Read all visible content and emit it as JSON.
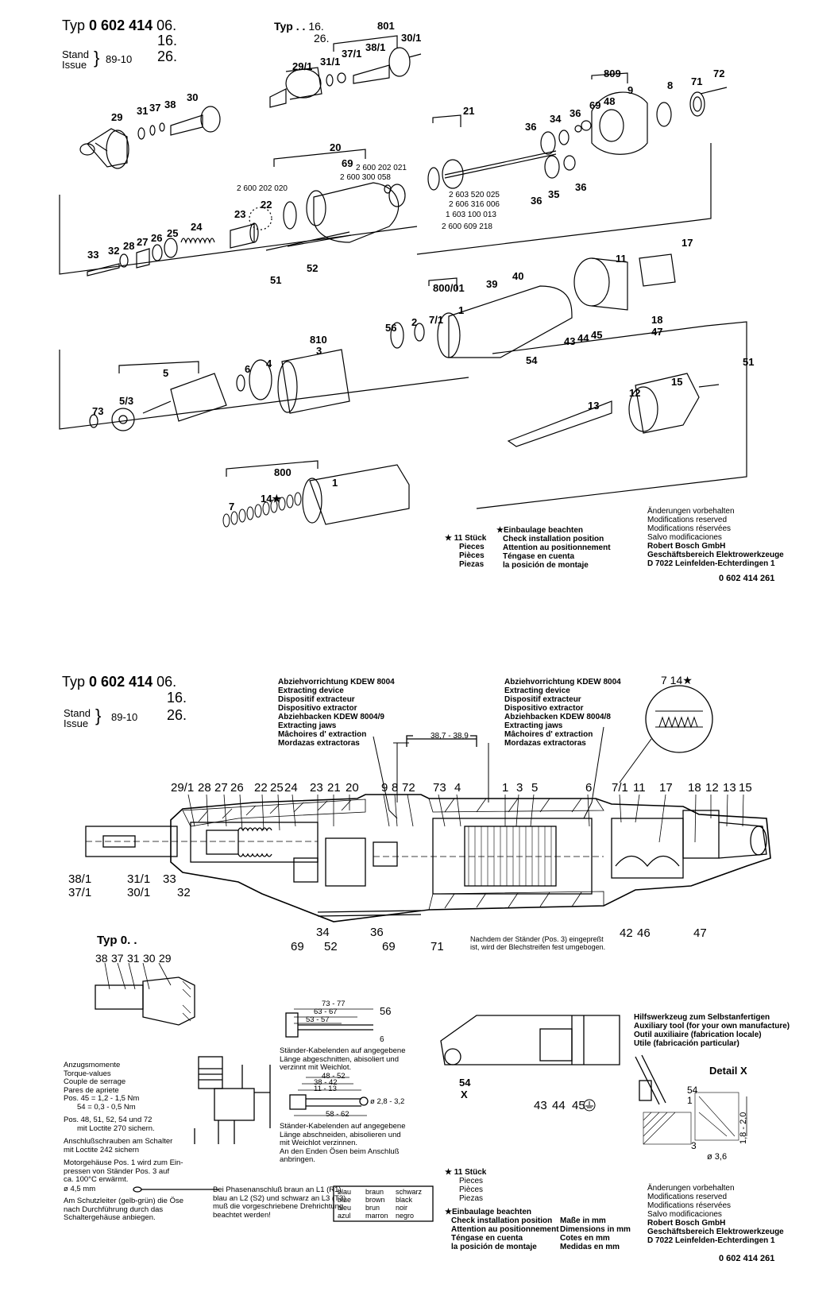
{
  "sheet1": {
    "typ_prefix": "Typ",
    "typ_base": "0 602 414",
    "typ_suffixes": [
      "06.",
      "16.",
      "26."
    ],
    "stand_label": "Stand",
    "issue_label": "Issue",
    "stand_value": "89-10",
    "typ2_prefix": "Typ . .",
    "typ2_suffixes": [
      "16.",
      "26."
    ],
    "part_labels": [
      "801",
      "30/1",
      "38/1",
      "37/1",
      "31/1",
      "29/1",
      "809",
      "72",
      "71",
      "8",
      "9",
      "69",
      "48",
      "29",
      "31",
      "37",
      "38",
      "30",
      "21",
      "34",
      "36",
      "36",
      "36",
      "35",
      "36",
      "20",
      "69",
      "2 600 202 021",
      "2 600 300 058",
      "2 600 202 020",
      "22",
      "2 603 520 025",
      "2 606 316 006",
      "1 603 100 013",
      "2 600 609 218",
      "23",
      "24",
      "25",
      "26",
      "27",
      "28",
      "32",
      "33",
      "51",
      "52",
      "17",
      "11",
      "40",
      "39",
      "800/01",
      "7/1",
      "1",
      "2",
      "56",
      "810",
      "3",
      "18",
      "47",
      "43",
      "44",
      "45",
      "54",
      "51",
      "15",
      "12",
      "13",
      "5",
      "4",
      "6",
      "5/3",
      "73",
      "800",
      "1",
      "14★",
      "7"
    ],
    "note_count": "★ 11 Stück",
    "note_count_lines": [
      "Pieces",
      "Pièces",
      "Piezas"
    ],
    "note_install_title": "★Einbaulage beachten",
    "note_install_lines": [
      "Check installation position",
      "Attention au positionnement",
      "Téngase en cuenta",
      "la posición de montaje"
    ],
    "modifications": [
      "Änderungen vorbehalten",
      "Modifications reserved",
      "Modifications réservées",
      "Salvo modificaciones"
    ],
    "company": [
      "Robert Bosch GmbH",
      "Geschäftsbereich Elektrowerkzeuge",
      "D 7022 Leinfelden-Echterdingen 1"
    ],
    "doc_number": "0 602 414 261"
  },
  "sheet2": {
    "typ_prefix": "Typ",
    "typ_base": "0 602 414",
    "typ_suffixes": [
      "06.",
      "16.",
      "26."
    ],
    "stand_label": "Stand",
    "issue_label": "Issue",
    "stand_value": "89-10",
    "extract_left": [
      "Abziehvorrichtung KDEW 8004",
      "Extracting device",
      "Dispositif extracteur",
      "Dispositivo extractor",
      "Abziehbacken KDEW 8004/9",
      "Extracting jaws",
      "Mâchoires d' extraction",
      "Mordazas extractoras"
    ],
    "extract_right": [
      "Abziehvorrichtung KDEW 8004",
      "Extracting device",
      "Dispositif extracteur",
      "Dispositivo extractor",
      "Abziehbacken KDEW 8004/8",
      "Extracting jaws",
      "Mâchoires d' extraction",
      "Mordazas extractoras"
    ],
    "dim_38": "38,7 - 38,9",
    "detail_top": "7  14★",
    "top_labels": [
      "29/1",
      "28",
      "27",
      "26",
      "22",
      "25",
      "24",
      "23",
      "21",
      "20",
      "9",
      "8",
      "72",
      "73",
      "4",
      "1",
      "3",
      "5",
      "6",
      "7/1",
      "11",
      "17",
      "18",
      "12",
      "13",
      "15"
    ],
    "bottom_labels": [
      "38/1",
      "31/1",
      "33",
      "37/1",
      "30/1",
      "32",
      "34",
      "69",
      "52",
      "36",
      "69",
      "71",
      "42",
      "46",
      "47"
    ],
    "stator_note": [
      "Nachdem der Ständer (Pos. 3) eingepreßt",
      "ist, wird der Blechstreifen fest umgebogen."
    ],
    "typ0_label": "Typ 0. .",
    "typ0_labels": [
      "38",
      "37",
      "31",
      "30",
      "29"
    ],
    "torque_title": [
      "Anzugsmomente",
      "Torque-values",
      "Couple de serrage",
      "Pares de apriete"
    ],
    "torque_lines": [
      "Pos. 45 = 1,2 - 1,5 Nm",
      "54 = 0,3 - 0,5 Nm",
      "Pos. 48, 51, 52, 54 und 72",
      "mit Loctite 270 sichern.",
      "Anschlußschrauben am Schalter",
      "mit Loctite 242 sichern",
      "Motorgehäuse Pos. 1 wird zum Ein-",
      "pressen von Ständer Pos. 3 auf",
      "ca. 100°C erwärmt."
    ],
    "dia_45": "ø 4,5 mm",
    "earth_note": [
      "Am Schutzleiter (gelb-grün) die Öse",
      "nach Durchführung durch das",
      "Schaltergehäuse anbiegen."
    ],
    "cable_dims": [
      "73 - 77",
      "63 - 67",
      "53 - 57",
      "56",
      "6"
    ],
    "cable_note1": [
      "Ständer-Kabelenden auf angegebene",
      "Länge abgeschnitten, abisoliert und",
      "verzinnt mit Weichlot."
    ],
    "cable_dims2": [
      "48 - 52",
      "38 - 42",
      "11 - 13",
      "ø 2,8 - 3,2",
      "58 - 62"
    ],
    "cable_note2": [
      "Ständer-Kabelenden auf angegebene",
      "Länge abschneiden, abisolieren und",
      "mit Weichlot verzinnen.",
      "An den Enden Ösen beim Anschluß",
      "anbringen."
    ],
    "phase_note": [
      "Bei Phasenanschluß braun an L1 (R1)",
      "blau an L2 (S2) und schwarz an L3 (T3)",
      "muß die vorgeschriebene Drehrichtung",
      "beachtet werden!"
    ],
    "color_table": [
      [
        "blau",
        "braun",
        "schwarz"
      ],
      [
        "blue",
        "brown",
        "black"
      ],
      [
        "bleu",
        "brun",
        "noir"
      ],
      [
        "azul",
        "marron",
        "negro"
      ]
    ],
    "switch_labels": [
      "54",
      "X",
      "43",
      "44",
      "45"
    ],
    "aux_tool": [
      "Hilfswerkzeug zum Selbstanfertigen",
      "Auxiliary tool (for your own manufacture)",
      "Outil auxiliaire (fabrication locale)",
      "Utile (fabricación particular)"
    ],
    "detail_x": "Detail X",
    "detail_labels": [
      "54",
      "1",
      "3",
      "ø 3,6",
      "1,8 - 2,0"
    ],
    "note_count": "★ 11 Stück",
    "note_count_lines": [
      "Pieces",
      "Pièces",
      "Piezas"
    ],
    "note_install_title": "★Einbaulage beachten",
    "note_install_lines": [
      "Check installation position",
      "Attention au positionnement",
      "Téngase en cuenta",
      "la posición de montaje"
    ],
    "dimensions": [
      "Maße in mm",
      "Dimensions in mm",
      "Cotes en mm",
      "Medidas en mm"
    ],
    "modifications": [
      "Änderungen vorbehalten",
      "Modifications reserved",
      "Modifications réservées",
      "Salvo modificaciones"
    ],
    "company": [
      "Robert Bosch GmbH",
      "Geschäftsbereich Elektrowerkzeuge",
      "D 7022 Leinfelden-Echterdingen 1"
    ],
    "doc_number": "0 602 414 261"
  }
}
